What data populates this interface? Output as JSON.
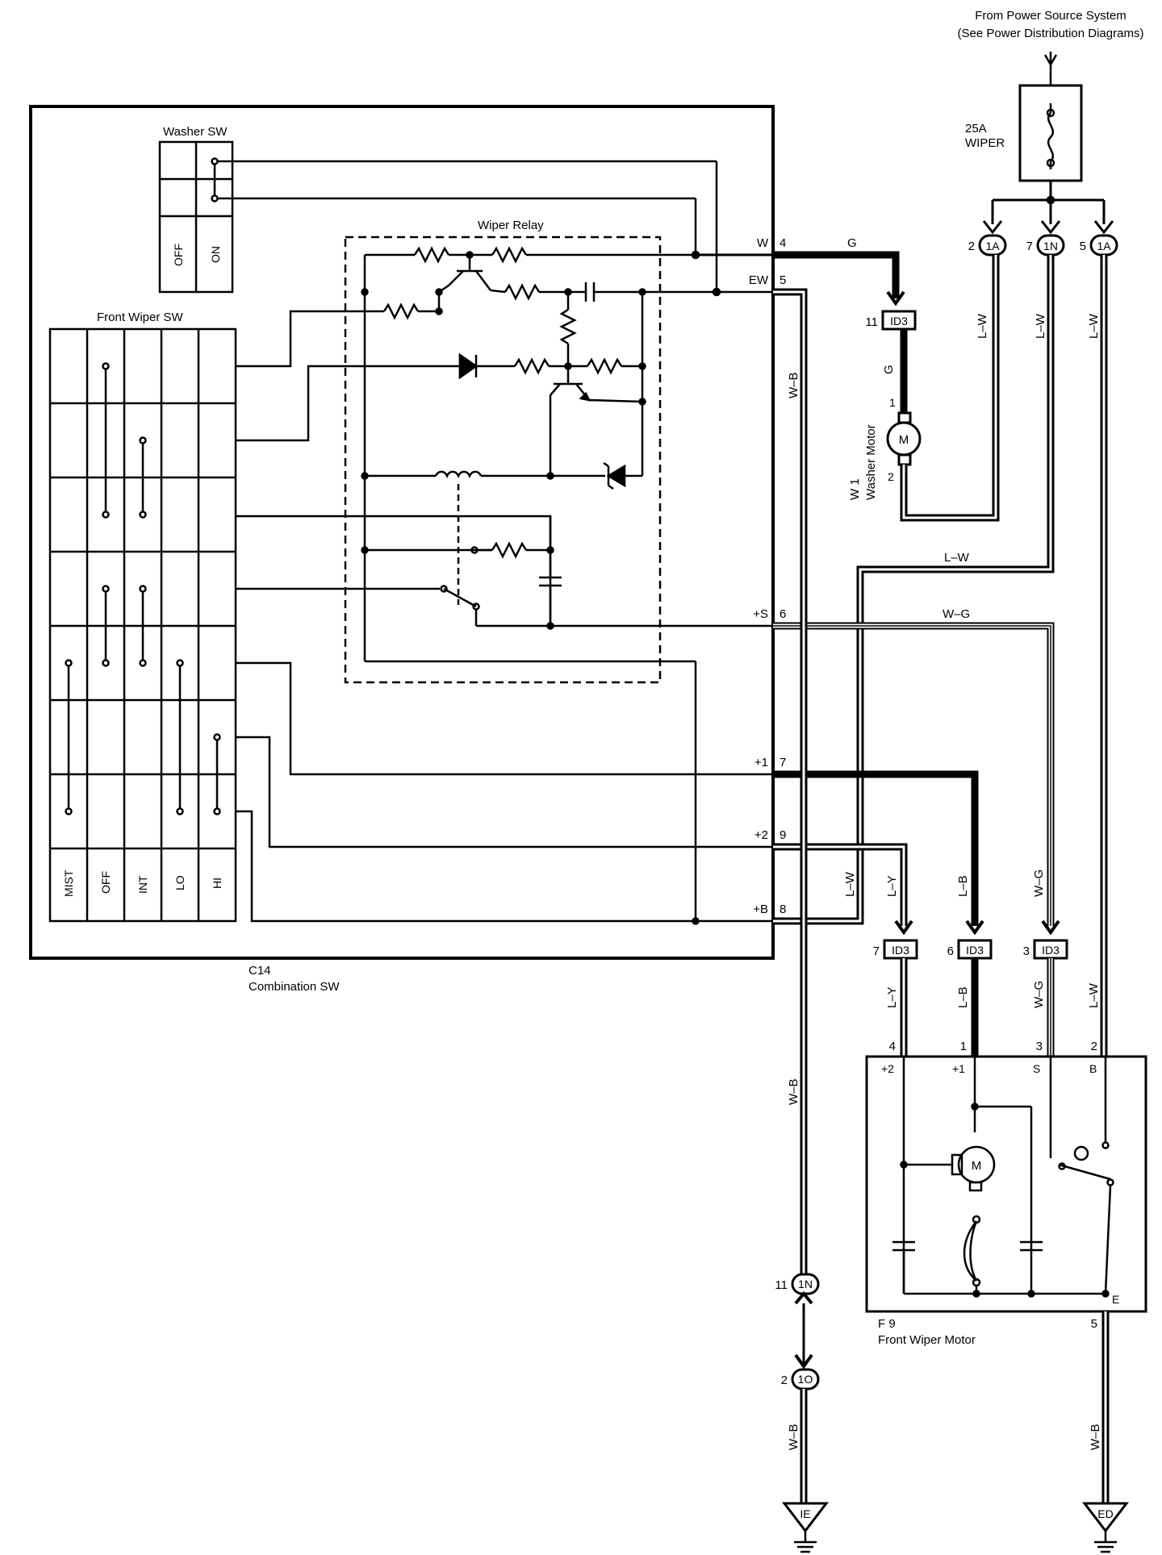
{
  "power_source": {
    "line1": "From Power Source System",
    "line2": "(See Power Distribution Diagrams)"
  },
  "fuse": {
    "rating": "25A",
    "name": "WIPER"
  },
  "combination_switch": {
    "code": "C14",
    "name": "Combination SW"
  },
  "washer_switch": {
    "title": "Washer SW",
    "positions": [
      "OFF",
      "ON"
    ]
  },
  "front_wiper_switch": {
    "title": "Front Wiper SW",
    "positions": [
      "MIST",
      "OFF",
      "INT",
      "LO",
      "HI"
    ]
  },
  "wiper_relay": {
    "title": "Wiper Relay"
  },
  "terminals": [
    {
      "name": "W",
      "pin": "4"
    },
    {
      "name": "EW",
      "pin": "5"
    },
    {
      "name": "+S",
      "pin": "6"
    },
    {
      "name": "+1",
      "pin": "7"
    },
    {
      "name": "+2",
      "pin": "9"
    },
    {
      "name": "+B",
      "pin": "8"
    }
  ],
  "connectors_top": [
    {
      "pin": "2",
      "id": "1A"
    },
    {
      "pin": "7",
      "id": "1N"
    },
    {
      "pin": "5",
      "id": "1A"
    }
  ],
  "washer_motor": {
    "code": "W 1",
    "name": "Washer Motor",
    "connector": "ID3",
    "pin_in": "11",
    "pin1": "1",
    "pin2": "2",
    "symbol": "M"
  },
  "wire_colors": {
    "G": "G",
    "LW": "L–W",
    "WB": "W–B",
    "WG": "W–G",
    "LY": "L–Y",
    "LB": "L–B"
  },
  "id3_connectors": [
    {
      "pin": "7",
      "id": "ID3"
    },
    {
      "pin": "6",
      "id": "ID3"
    },
    {
      "pin": "3",
      "id": "ID3"
    }
  ],
  "front_wiper_motor": {
    "code": "F 9",
    "name": "Front Wiper Motor",
    "terminals": [
      "+2",
      "+1",
      "S",
      "B",
      "E"
    ],
    "pins": [
      "4",
      "1",
      "3",
      "2",
      "5"
    ],
    "symbol": "M"
  },
  "ground_connectors": [
    {
      "pin": "11",
      "id": "1N"
    },
    {
      "pin": "2",
      "id": "1O"
    }
  ],
  "grounds": [
    "IE",
    "ED"
  ]
}
